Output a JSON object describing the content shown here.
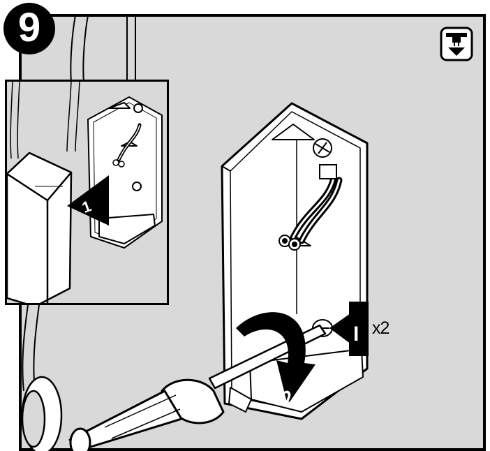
{
  "step": {
    "number": "9"
  },
  "icons": {
    "corner": "ceiling-mount-down-arrow-icon"
  },
  "inset": {
    "arrow_label": "1"
  },
  "main": {
    "arrow1_label": "I",
    "arrow2_label": "2",
    "count_label": "x2"
  },
  "colors": {
    "background": "#d9d9d9",
    "line": "#000000",
    "white": "#ffffff"
  }
}
